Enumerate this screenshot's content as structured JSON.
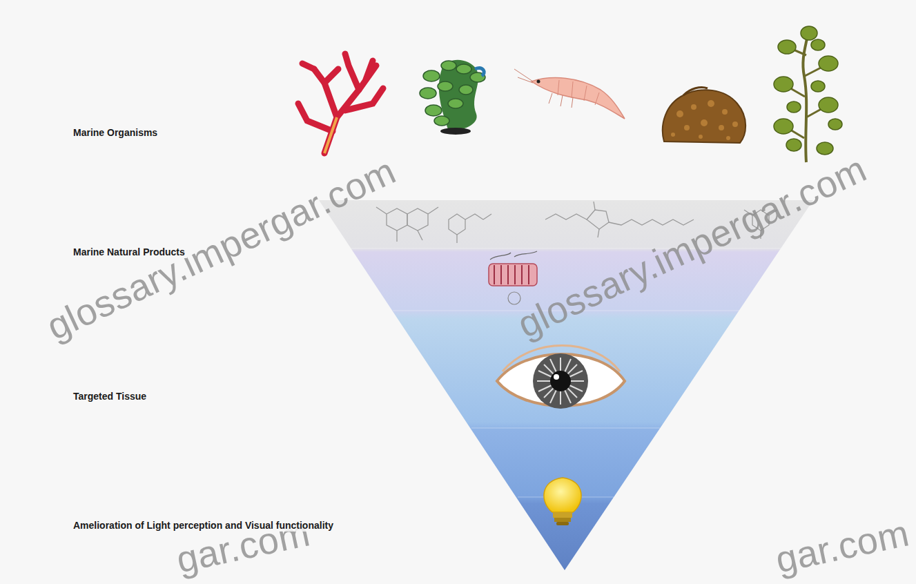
{
  "diagram": {
    "labels": [
      "Marine Organisms",
      "Marine Natural Products",
      "Targeted Tissue",
      "Amelioration of Light perception and Visual functionality",
      "glossary.impergar.com",
      "glossary.impergar.com",
      "gar.com",
      "gar.com"
    ]
  }
}
